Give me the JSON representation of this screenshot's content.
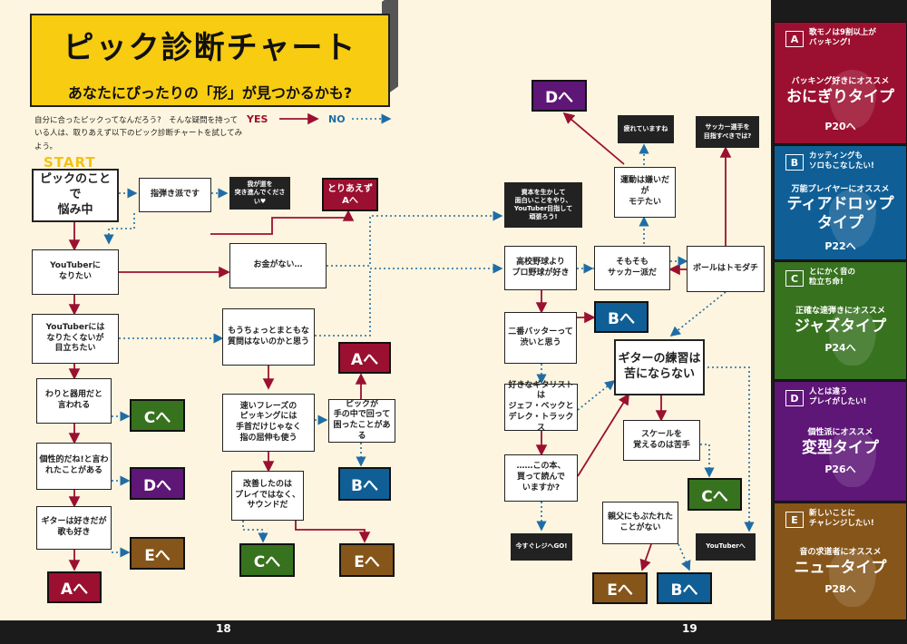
{
  "title": "ピック診断チャート",
  "subtitle": "あなたにぴったりの「形」が見つかるかも?",
  "intro": "自分に合ったピックってなんだろう?　そんな疑問を持っている人は、取りあえず以下のピック診断チャートを試してみよう。",
  "legend": {
    "yes": "YES",
    "no": "NO"
  },
  "start": "START",
  "pages": {
    "left": "18",
    "right": "19"
  },
  "colors": {
    "yes": "#9b1030",
    "no": "#1f6da6",
    "A": "#9b1030",
    "B": "#0f5f96",
    "C": "#37721f",
    "D": "#5e1677",
    "E": "#86551a"
  },
  "nodes": {
    "n1": "ピックのことで\n悩み中",
    "n2": "指弾き派です",
    "n3": "我が道を\n突き進んでください♥",
    "n4": "YouTuberに\nなりたい",
    "n5": "お金がない…",
    "n6": "YouTuberには\nなりたくないが\n目立ちたい",
    "n7": "もうちょっとまともな\n質問はないのかと思う",
    "n8": "わりと器用だと\n言われる",
    "n9": "速いフレーズの\nピッキングには\n手首だけじゃなく\n指の屈伸も使う",
    "n10": "ピックが\n手の中で回って\n困ったことがある",
    "n11": "個性的だね!と言われたことがある",
    "n12": "改善したのは\nプレイではなく、\nサウンドだ",
    "n13": "ギターは好きだが\n歌も好き",
    "n14": "資本を生かして\n面白いことをやり、\nYouTuber目指して\n頑張ろう!",
    "n15": "高校野球より\nプロ野球が好き",
    "n16": "そもそも\nサッカー派だ",
    "n17": "ボールはトモダチ",
    "n18": "運動は嫌いだが\nモテたい",
    "n19": "疲れていますね",
    "n20": "サッカー選手を\n目指すべきでは?",
    "n21": "二番バッターって\n渋いと思う",
    "n22": "ギターの練習は\n苦にならない",
    "n23": "好きなギタリストは\nジェフ・ベックと\nデレク・トラックス",
    "n24": "スケールを\n覚えるのは苦手",
    "n25": "……この本、\n買って読んで\nいますか?",
    "n26": "親父にもぶたれた\nことがない",
    "n27": "今すぐレジへGO!",
    "n28": "YouTuberへ"
  },
  "results": {
    "r1": "とりあえず\nAへ",
    "r2": "Cへ",
    "r3": "Dへ",
    "r4": "Eへ",
    "r5": "Aへ",
    "r6": "Aへ",
    "r7": "Bへ",
    "r8": "Cへ",
    "r9": "Eへ",
    "r10": "Dへ",
    "r11": "Bへ",
    "r12": "Cへ",
    "r13": "Eへ",
    "r14": "Bへ"
  },
  "panels": [
    {
      "letter": "A",
      "desc": "歌モノは9割以上が\nバッキング!",
      "sub": "バッキング好きにオススメ",
      "main": "おにぎりタイプ",
      "page": "P20へ"
    },
    {
      "letter": "B",
      "desc": "カッティングも\nソロもこなしたい!",
      "sub": "万能プレイヤーにオススメ",
      "main": "ティアドロップ\nタイプ",
      "page": "P22へ"
    },
    {
      "letter": "C",
      "desc": "とにかく音の\n粒立ち命!",
      "sub": "正確な速弾きにオススメ",
      "main": "ジャズタイプ",
      "page": "P24へ"
    },
    {
      "letter": "D",
      "desc": "人とは違う\nプレイがしたい!",
      "sub": "個性派にオススメ",
      "main": "変型タイプ",
      "page": "P26へ"
    },
    {
      "letter": "E",
      "desc": "新しいことに\nチャレンジしたい!",
      "sub": "音の求道者にオススメ",
      "main": "ニュータイプ",
      "page": "P28へ"
    }
  ]
}
